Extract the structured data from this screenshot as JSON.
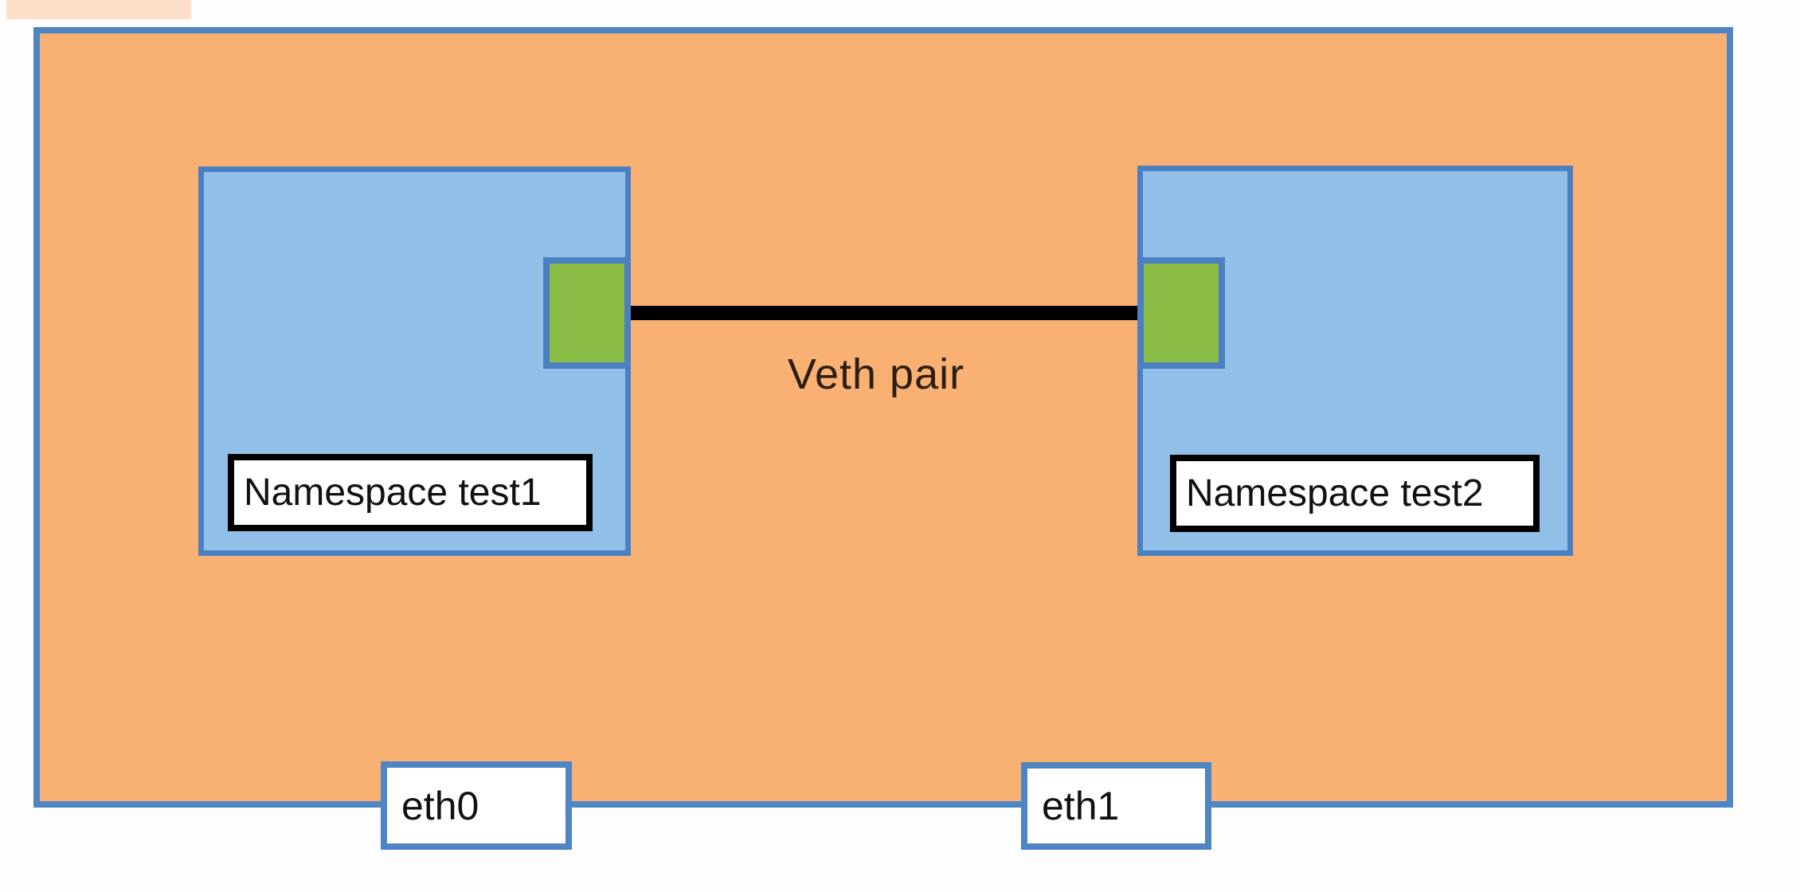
{
  "colors": {
    "background": "#FDFDFD",
    "host_fill": "#F9B173",
    "host_border": "#4E86C4",
    "namespace_fill": "#92BFE8",
    "namespace_border": "#4A80C2",
    "endpoint_fill": "#8ABC45",
    "connector": "#000000",
    "label_bg": "#FFFFFF",
    "label_border": "#000000",
    "veth_text": "#2B1D12"
  },
  "diagram": {
    "type": "network-namespace-diagram",
    "host": {
      "interfaces": [
        {
          "label": "eth0"
        },
        {
          "label": "eth1"
        }
      ]
    },
    "namespaces": [
      {
        "label": "Namespace test1"
      },
      {
        "label": "Namespace test2"
      }
    ],
    "veth": {
      "label": "Veth pair"
    }
  }
}
